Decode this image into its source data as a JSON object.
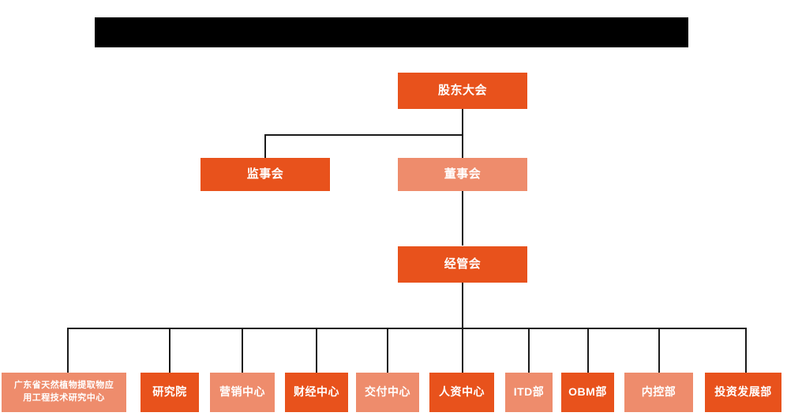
{
  "diagram": {
    "title_bar": {
      "name": "redacted-title-bar",
      "label": "",
      "color": "#000000"
    },
    "palette": {
      "dark_orange": "#E8521C",
      "light_orange": "#EE8C6C",
      "connector": "#1a1a1a",
      "background": "#FFFFFF",
      "text": "#FFFFFF"
    },
    "levels": {
      "level1": [
        {
          "id": "shareholders-meeting",
          "label": "股东大会",
          "tone": "dark"
        }
      ],
      "level2": [
        {
          "id": "board-of-supervisors",
          "label": "监事会",
          "tone": "dark"
        },
        {
          "id": "board-of-directors",
          "label": "董事会",
          "tone": "light"
        }
      ],
      "level3": [
        {
          "id": "management-committee",
          "label": "经管会",
          "tone": "dark"
        }
      ],
      "level4": [
        {
          "id": "guangdong-research-center",
          "label": "广东省天然植物提取物应用工程技术研究中心",
          "line1": "广东省天然植物提取物应",
          "line2": "用工程技术研究中心",
          "tone": "light"
        },
        {
          "id": "research-institute",
          "label": "研究院",
          "tone": "dark"
        },
        {
          "id": "marketing-center",
          "label": "营销中心",
          "tone": "light"
        },
        {
          "id": "finance-center",
          "label": "财经中心",
          "tone": "dark"
        },
        {
          "id": "delivery-center",
          "label": "交付中心",
          "tone": "light"
        },
        {
          "id": "hr-center",
          "label": "人资中心",
          "tone": "dark"
        },
        {
          "id": "itd-department",
          "label": "ITD部",
          "tone": "light"
        },
        {
          "id": "obm-department",
          "label": "OBM部",
          "tone": "dark"
        },
        {
          "id": "internal-control-department",
          "label": "内控部",
          "tone": "light"
        },
        {
          "id": "investment-development-department",
          "label": "投资发展部",
          "tone": "dark"
        }
      ]
    }
  }
}
